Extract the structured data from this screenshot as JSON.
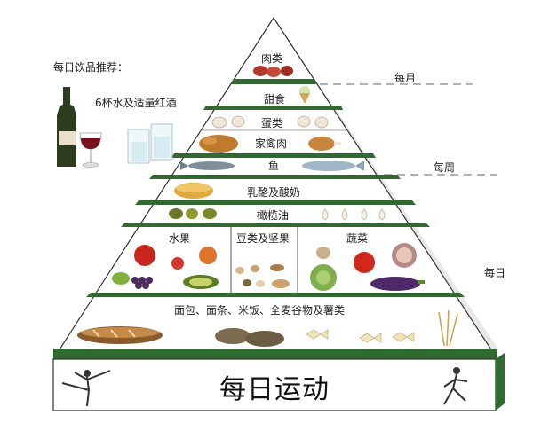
{
  "drinks": {
    "title": "每日饮品推荐：",
    "text": "6杯水及适量红酒"
  },
  "pyramid": {
    "levels": [
      {
        "label": "肉类"
      },
      {
        "label": "甜食"
      },
      {
        "label": "蛋类"
      },
      {
        "label": "家禽肉"
      },
      {
        "label": "鱼"
      },
      {
        "label": "乳酪及酸奶"
      },
      {
        "label": "橄榄油"
      },
      {
        "label": "水果"
      },
      {
        "label": "豆类及坚果"
      },
      {
        "label": "蔬菜"
      },
      {
        "label": "面包、面条、米饭、全麦谷物及薯类"
      }
    ],
    "exercise": "每日运动"
  },
  "frequency": {
    "monthly": "每月",
    "weekly": "每周",
    "daily": "每日"
  },
  "colors": {
    "green": "#2f6b2f",
    "bottle": "#2d3b1e",
    "wine": "#7a1020"
  }
}
